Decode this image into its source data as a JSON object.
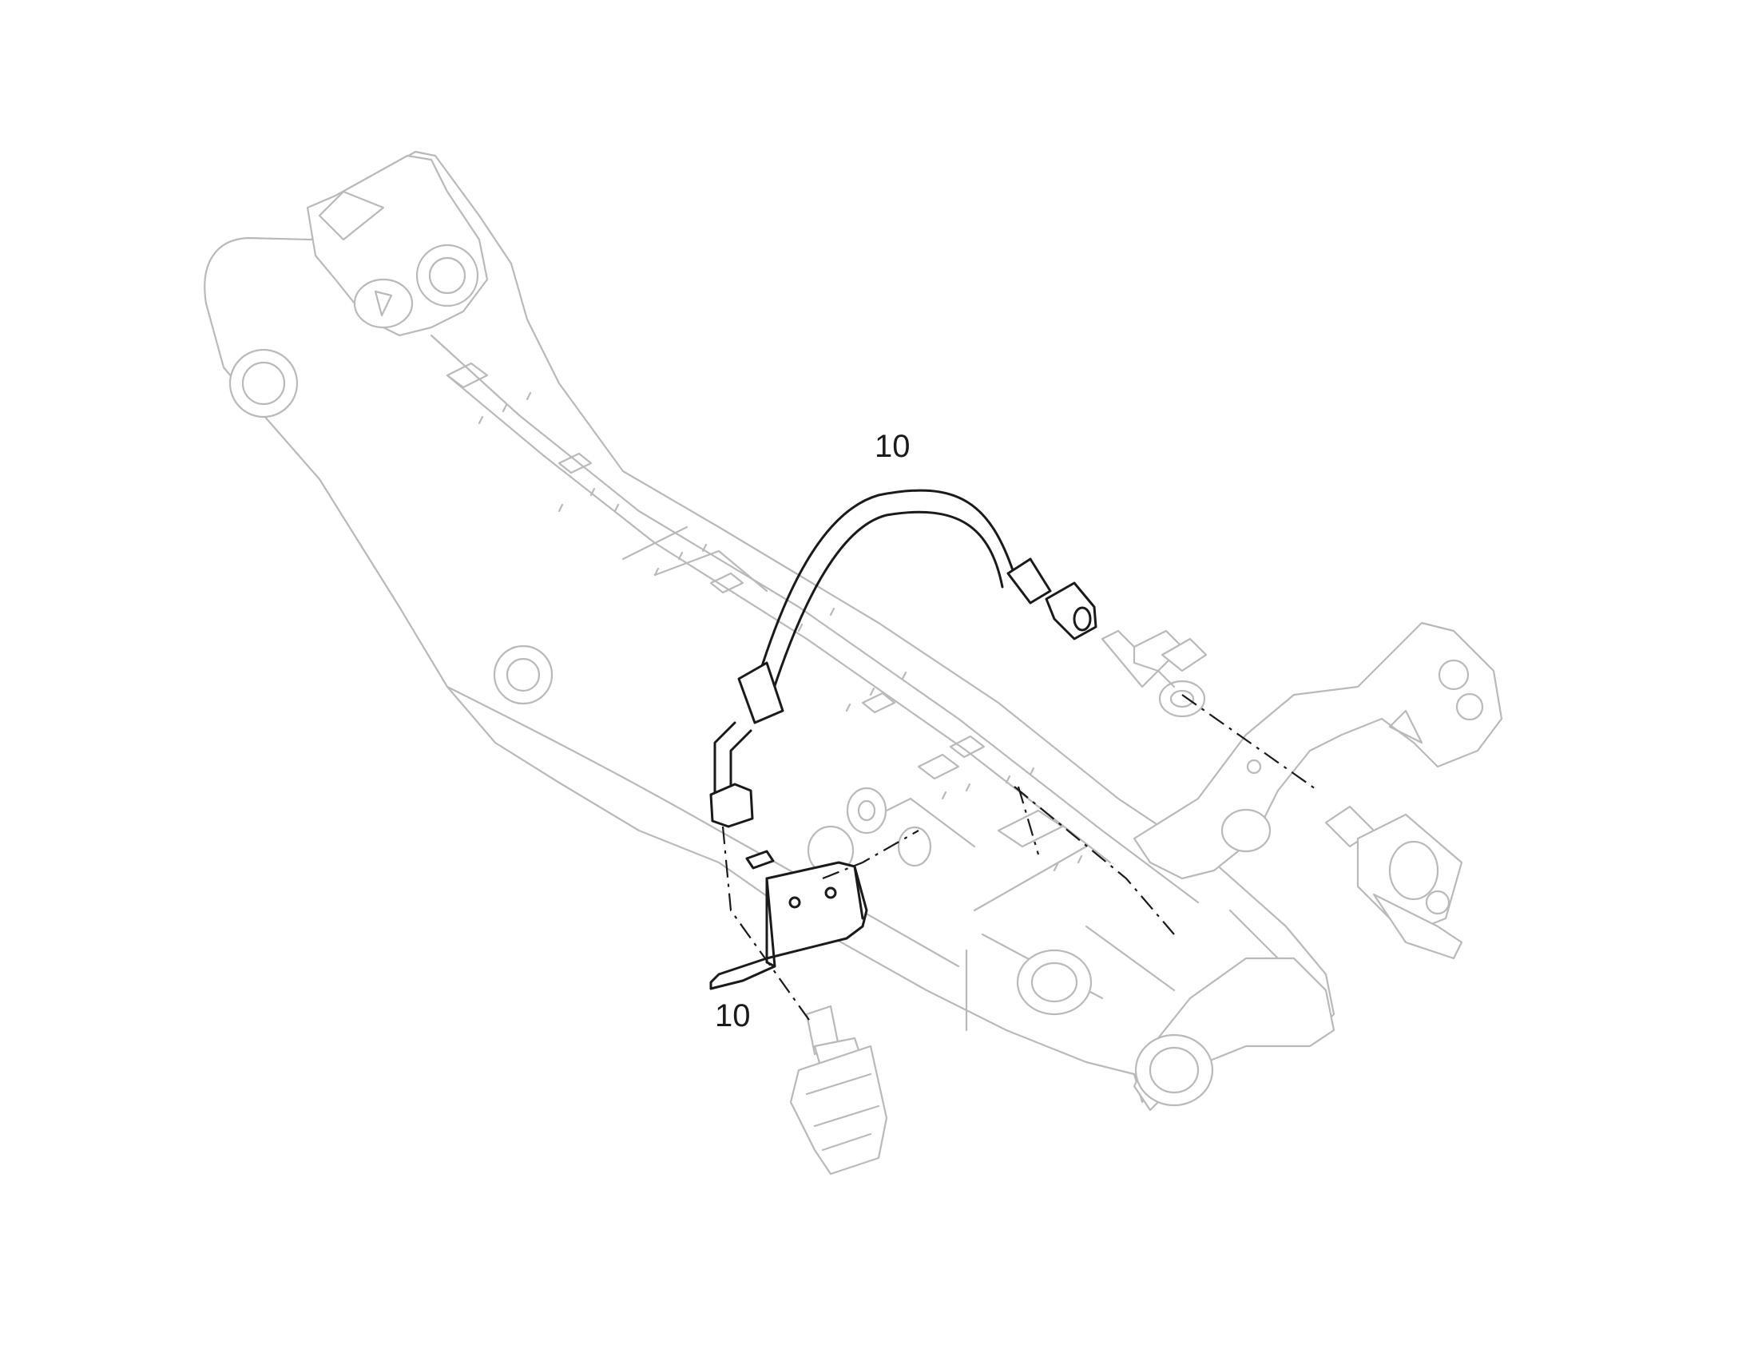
{
  "callouts": [
    {
      "id": "hose",
      "label": "10"
    },
    {
      "id": "bracket",
      "label": "10"
    }
  ]
}
